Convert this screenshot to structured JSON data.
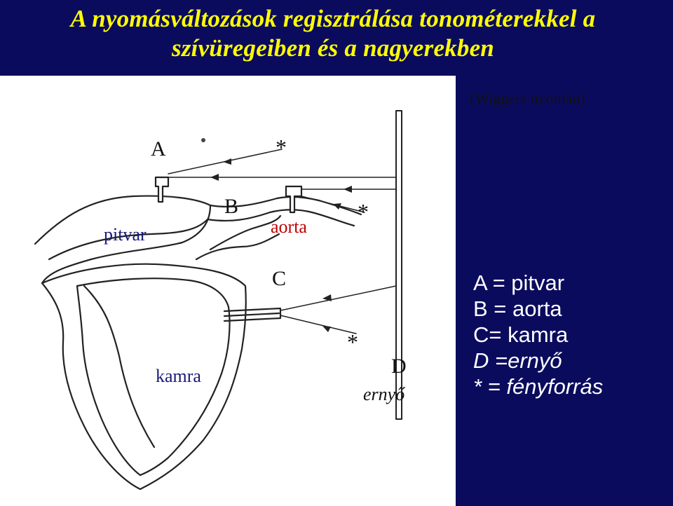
{
  "title": {
    "line1": "A nyomásváltozások regisztrálása tonométerekkel a",
    "line2": "szívüregeiben és a nagyerekben"
  },
  "figure": {
    "credit": "(Wiggers nyomán)",
    "labels": {
      "A": "A",
      "B": "B",
      "C": "C",
      "D": "D",
      "star1": "*",
      "star2": "*",
      "star3": "*",
      "pitvar": "pitvar",
      "aorta": "aorta",
      "kamra": "kamra",
      "erny": "ernyő"
    }
  },
  "legend": {
    "items": [
      "A = pitvar",
      "B = aorta",
      "C= kamra",
      "D =ernyő",
      "* = fényforrás"
    ]
  },
  "colors": {
    "background": "#0b0b5e",
    "title": "#ffff00",
    "legend": "#ffffff",
    "label_blue": "#1a1a7a",
    "label_red": "#c00000"
  }
}
